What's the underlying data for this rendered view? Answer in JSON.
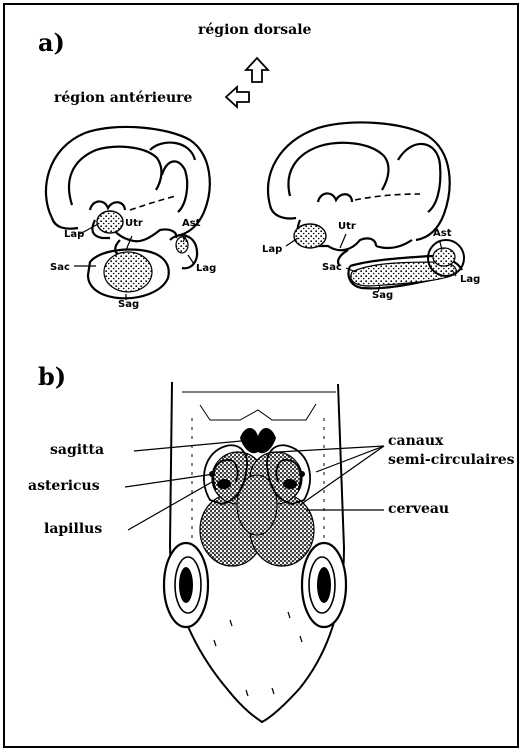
{
  "panel_a": {
    "label": "a)",
    "arrow_dorsal_label": "région dorsale",
    "arrow_anterior_label": "région antérieure",
    "left_ear": {
      "lap": "Lap",
      "utr": "Utr",
      "ast": "Ast",
      "lag": "Lag",
      "sac": "Sac",
      "sag": "Sag"
    },
    "right_ear": {
      "lap": "Lap",
      "utr": "Utr",
      "ast": "Ast",
      "lag": "Lag",
      "sac": "Sac",
      "sag": "Sag"
    }
  },
  "panel_b": {
    "label": "b)",
    "labels": {
      "sagitta": "sagitta",
      "astericus": "astericus",
      "lapillus": "lapillus",
      "canaux_line1": "canaux",
      "canaux_line2": "semi-circulaires",
      "cerveau": "cerveau"
    }
  },
  "icons": {
    "up_arrow": "up-arrow-outline-icon",
    "left_arrow": "left-arrow-outline-icon"
  }
}
